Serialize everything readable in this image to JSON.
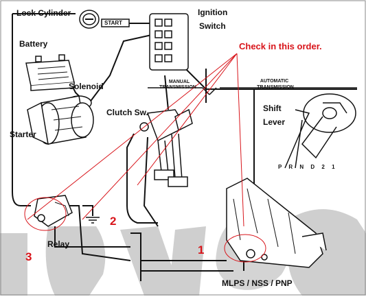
{
  "labels": {
    "lock_cylinder": "Lock Cylinder",
    "start": "START",
    "ignition_switch_line1": "Ignition",
    "ignition_switch_line2": "Switch",
    "battery": "Battery",
    "solenoid": "Solenoid",
    "starter": "Starter",
    "clutch_sw": "Clutch Sw.",
    "relay": "Relay",
    "manual_transmission_line1": "MANUAL",
    "manual_transmission_line2": "TRANSMISSION",
    "automatic_transmission_line1": "AUTOMATIC",
    "automatic_transmission_line2": "TRANSMISSION",
    "shift_lever_line1": "Shift",
    "shift_lever_line2": "Lever",
    "prnd": "P R N D 2 1",
    "mlps": "MLPS / NSS / PNP"
  },
  "annotations": {
    "check_order": "Check in this order.",
    "step_1": "1",
    "step_2": "2",
    "step_3": "3"
  },
  "colors": {
    "annotation": "#d8141a",
    "line": "#111111",
    "watermark": "#c8c8c8"
  }
}
